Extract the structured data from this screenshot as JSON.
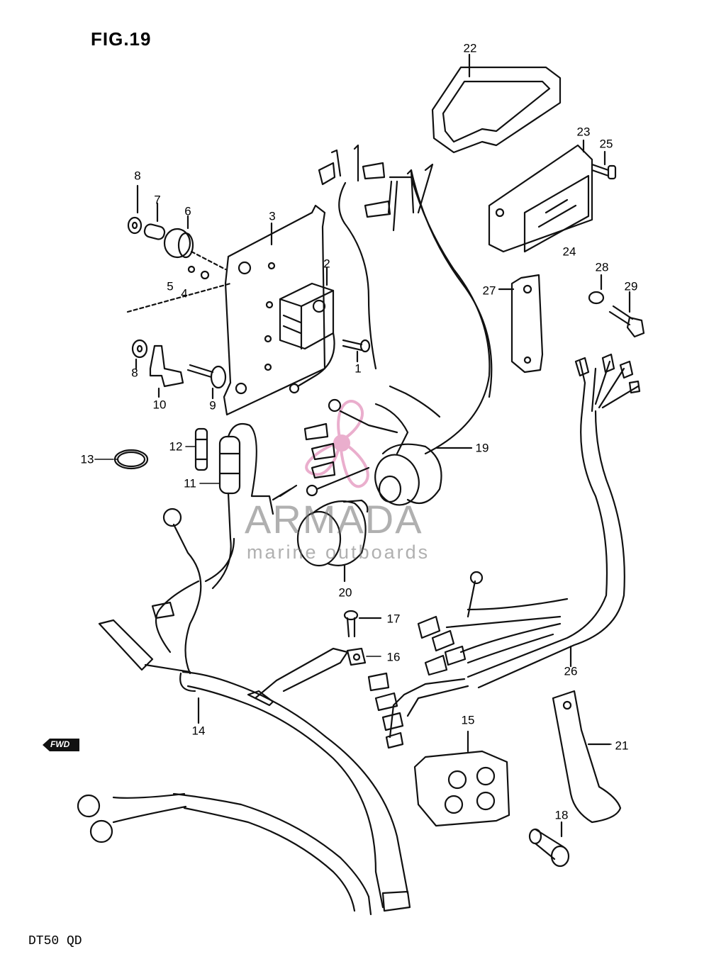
{
  "figure": {
    "title": "FIG.19",
    "model": "DT50 QD",
    "fwd_label": "FWD"
  },
  "watermark": {
    "brand": "ARMADA",
    "tagline": "marine outboards",
    "brand_color": "#e8a6c8",
    "text_color": "#707070"
  },
  "callouts": [
    "1",
    "2",
    "3",
    "4",
    "5",
    "6",
    "7",
    "8",
    "8",
    "9",
    "10",
    "11",
    "12",
    "13",
    "14",
    "15",
    "16",
    "17",
    "18",
    "19",
    "20",
    "21",
    "22",
    "23",
    "24",
    "25",
    "26",
    "27",
    "28",
    "29"
  ]
}
